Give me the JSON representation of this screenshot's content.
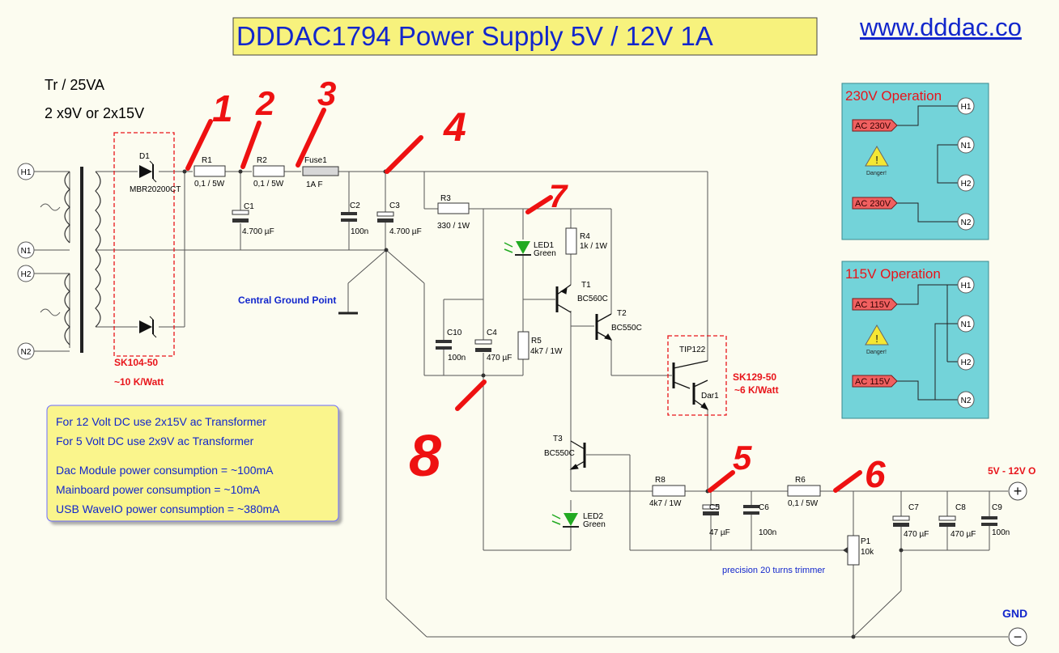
{
  "title": "DDDAC1794 Power Supply 5V / 12V 1A",
  "website": "www.dddac.co",
  "transformer": {
    "label1": "Tr / 25VA",
    "label2": "2 x9V  or  2x15V"
  },
  "terminals": {
    "h1": "H1",
    "n1": "N1",
    "h2": "H2",
    "n2": "N2"
  },
  "components": {
    "d1": "D1",
    "d1_part": "MBR20200CT",
    "r1": "R1",
    "r1_val": "0,1 / 5W",
    "r2": "R2",
    "r2_val": "0,1 / 5W",
    "fuse": "Fuse1",
    "fuse_val": "1A F",
    "c1": "C1",
    "c1_val": "4.700 µF",
    "c2": "C2",
    "c2_val": "100n",
    "c3": "C3",
    "c3_val": "4.700 µF",
    "r3": "R3",
    "r3_val": "330 / 1W",
    "led1": "LED1",
    "led1_color": "Green",
    "r4": "R4",
    "r4_val": "1k / 1W",
    "t1": "T1",
    "t1_part": "BC560C",
    "t2": "T2",
    "t2_part": "BC550C",
    "c10": "C10",
    "c10_val": "100n",
    "c4": "C4",
    "c4_val": "470 µF",
    "r5": "R5",
    "r5_val": "4k7 / 1W",
    "dar": "TIP122",
    "dar_ref": "Dar1",
    "t3": "T3",
    "t3_part": "BC550C",
    "led2": "LED2",
    "led2_color": "Green",
    "r8": "R8",
    "r8_val": "4k7 / 1W",
    "c5": "C5",
    "c5_val": "47 µF",
    "c6": "C6",
    "c6_val": "100n",
    "r6": "R6",
    "r6_val": "0,1 / 5W",
    "p1": "P1",
    "p1_val": "10k",
    "c7": "C7",
    "c7_val": "470 µF",
    "c8": "C8",
    "c8_val": "470 µF",
    "c9": "C9",
    "c9_val": "100n"
  },
  "heatsinks": {
    "hs1": "SK104-50",
    "hs1_rating": "~10 K/Watt",
    "hs2": "SK129-50",
    "hs2_rating": "~6 K/Watt"
  },
  "labels": {
    "central_ground": "Central Ground Point",
    "trimmer": "precision 20 turns trimmer",
    "output": "5V - 12V O",
    "gnd": "GND",
    "plus": "+",
    "minus": "−"
  },
  "annotations": [
    "1",
    "2",
    "3",
    "4",
    "7",
    "8",
    "5",
    "6"
  ],
  "notes": [
    "For 12 Volt DC use 2x15V ac Transformer",
    "For 5 Volt DC use 2x9V ac Transformer",
    "Dac Module power consumption = ~100mA",
    "Mainboard power consumption = ~10mA",
    "USB WaveIO power consumption = ~380mA"
  ],
  "panel230": {
    "title": "230V Operation",
    "ac1": "AC 230V",
    "ac2": "AC 230V",
    "danger": "Danger!",
    "h1": "H1",
    "n1": "N1",
    "h2": "H2",
    "n2": "N2"
  },
  "panel115": {
    "title": "115V Operation",
    "ac1": "AC 115V",
    "ac2": "AC 115V",
    "danger": "Danger!",
    "h1": "H1",
    "n1": "N1",
    "h2": "H2",
    "n2": "N2"
  },
  "colors": {
    "background": "#fcfcf0",
    "title_box": "#f7f27d",
    "note_box": "#faf58c",
    "panel": "#73d3d9",
    "annotation": "#ee1111",
    "ac_tag": "#f06060",
    "label_blue": "#1226cc",
    "led_green": "#22aa22"
  }
}
